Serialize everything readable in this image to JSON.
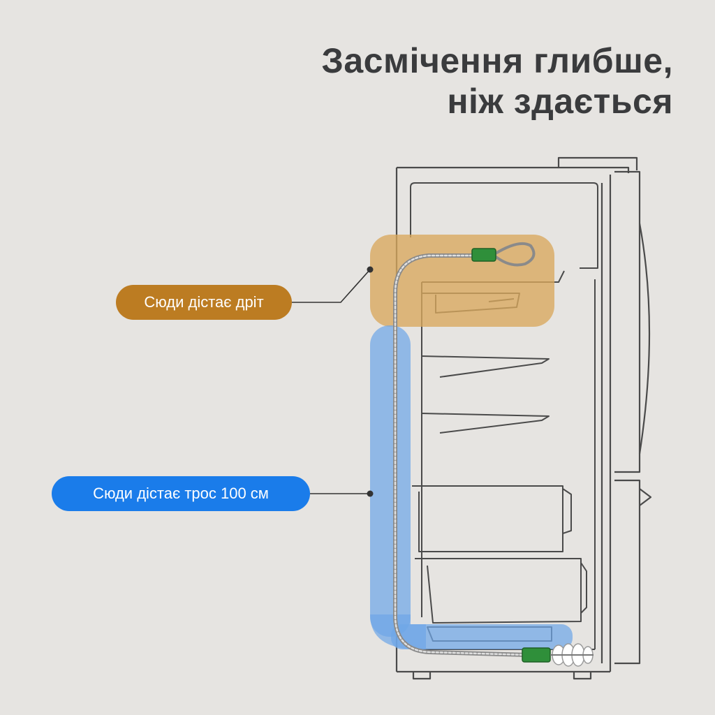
{
  "header": {
    "title_line1": "Засмічення глибше,",
    "title_line2": "ніж здається"
  },
  "callouts": {
    "wire_label": "Сюди дістає дріт",
    "cable_label": "Сюди дістає трос 100 см"
  },
  "colors": {
    "background": "#e6e4e1",
    "title_text": "#3a3b3d",
    "wire_zone": "#d9a85c",
    "wire_label_bg": "#bc7c22",
    "cable_zone": "#6fa6e8",
    "cable_label_bg": "#1a7cea",
    "fridge_outline": "#4a4a4a",
    "connector_green": "#2f8f3a",
    "brush": "#ffffff"
  },
  "icons": {
    "fridge": "fridge-outline-illustration",
    "cable": "steel-cable-with-loop",
    "brush": "cleaning-brush-tip"
  }
}
